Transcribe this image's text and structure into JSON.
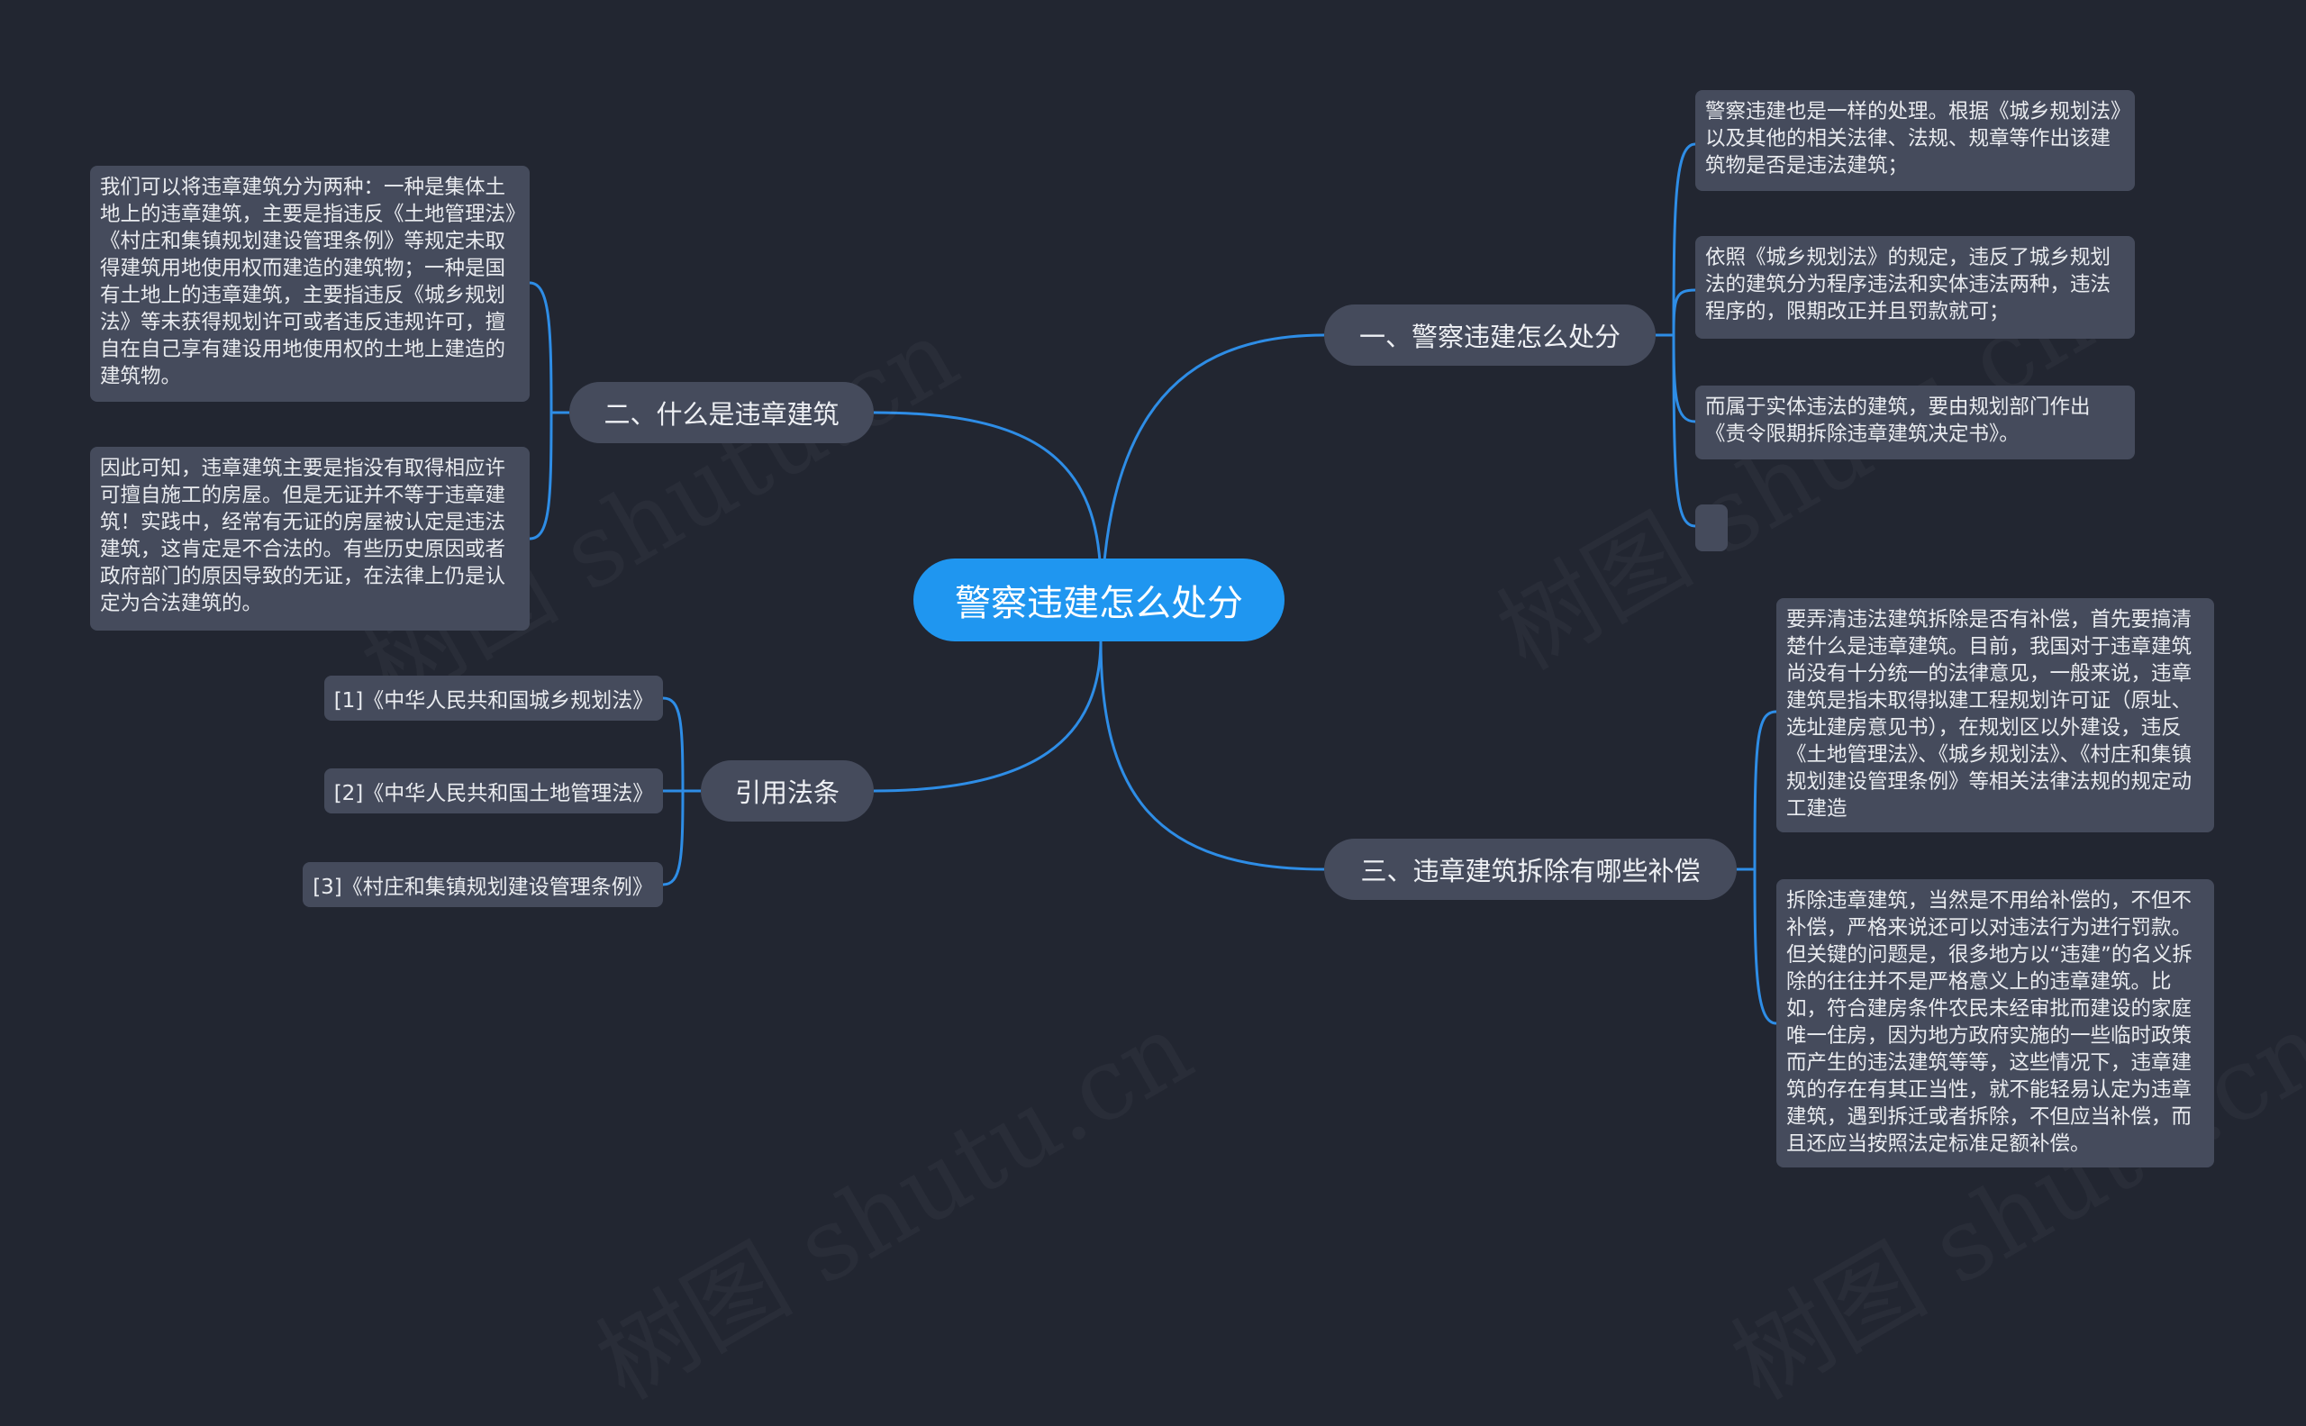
{
  "root": {
    "label": "警察违建怎么处分"
  },
  "branches": {
    "b1": {
      "label": "一、警察违建怎么处分",
      "leaves": [
        "警察违建也是一样的处理。根据《城乡规划法》以及其他的相关法律、法规、规章等作出该建筑物是否是违法建筑；",
        "依照《城乡规划法》的规定，违反了城乡规划法的建筑分为程序违法和实体违法两种，违法程序的，限期改正并且罚款就可；",
        "而属于实体违法的建筑，要由规划部门作出《责令限期拆除违章建筑决定书》。"
      ]
    },
    "b2": {
      "label": "二、什么是违章建筑",
      "leaves": [
        "我们可以将违章建筑分为两种：一种是集体土地上的违章建筑，主要是指违反《土地管理法》《村庄和集镇规划建设管理条例》等规定未取得建筑用地使用权而建造的建筑物；一种是国有土地上的违章建筑，主要指违反《城乡规划法》等未获得规划许可或者违反违规许可，擅自在自己享有建设用地使用权的土地上建造的建筑物。",
        "因此可知，违章建筑主要是指没有取得相应许可擅自施工的房屋。但是无证并不等于违章建筑！实践中，经常有无证的房屋被认定是违法建筑，这肯定是不合法的。有些历史原因或者政府部门的原因导致的无证，在法律上仍是认定为合法建筑的。"
      ]
    },
    "b3": {
      "label": "三、违章建筑拆除有哪些补偿",
      "leaves": [
        "要弄清违法建筑拆除是否有补偿，首先要搞清楚什么是违章建筑。目前，我国对于违章建筑尚没有十分统一的法律意见，一般来说，违章建筑是指未取得拟建工程规划许可证（原址、选址建房意见书），在规划区以外建设，违反《土地管理法》、《城乡规划法》、《村庄和集镇规划建设管理条例》等相关法律法规的规定动工建造",
        "拆除违章建筑，当然是不用给补偿的，不但不补偿，严格来说还可以对违法行为进行罚款。但关键的问题是，很多地方以“违建”的名义拆除的往往并不是严格意义上的违章建筑。比如，符合建房条件农民未经审批而建设的家庭唯一住房，因为地方政府实施的一些临时政策而产生的违法建筑等等，这些情况下，违章建筑的存在有其正当性，就不能轻易认定为违章建筑，遇到拆迁或者拆除，不但应当补偿，而且还应当按照法定标准足额补偿。"
      ]
    },
    "b4": {
      "label": "引用法条",
      "refs": [
        "[1]《中华人民共和国城乡规划法》",
        "[2]《中华人民共和国土地管理法》",
        "[3]《村庄和集镇规划建设管理条例》"
      ]
    }
  },
  "colors": {
    "background": "#222631",
    "root": "#1f96f0",
    "node": "#454b5c",
    "link": "#2e8de6"
  }
}
